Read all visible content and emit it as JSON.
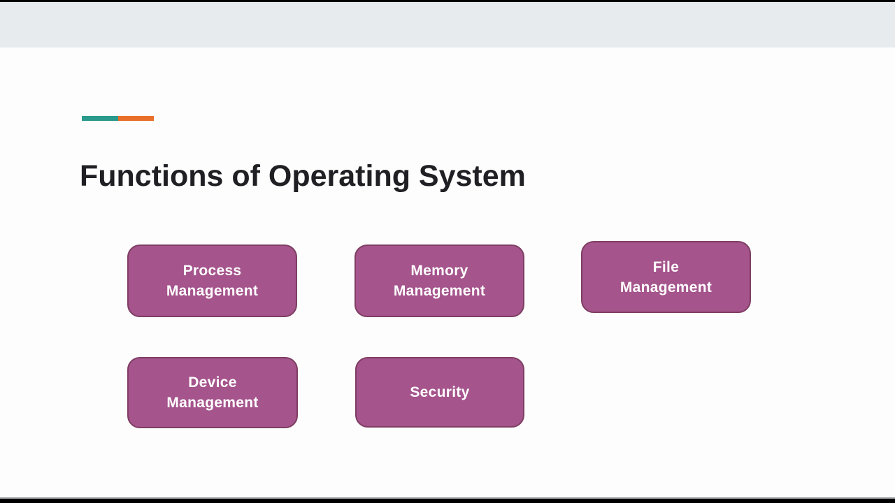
{
  "slide": {
    "title": "Functions of Operating System",
    "boxes": [
      {
        "id": "process-management",
        "label": "Process\nManagement"
      },
      {
        "id": "memory-management",
        "label": "Memory\nManagement"
      },
      {
        "id": "file-management",
        "label": "File\nManagement"
      },
      {
        "id": "device-management",
        "label": "Device\nManagement"
      },
      {
        "id": "security",
        "label": "Security"
      }
    ],
    "colors": {
      "box_fill": "#a5548c",
      "box_border": "#7e3e63",
      "box_text": "#ffffff",
      "title_text": "#202024",
      "accent_teal": "#2a9a8c",
      "accent_orange": "#e8702a",
      "top_strip": "#e8ebee",
      "slide_background": "#fdfdfd",
      "letterbox": "#000000"
    }
  }
}
